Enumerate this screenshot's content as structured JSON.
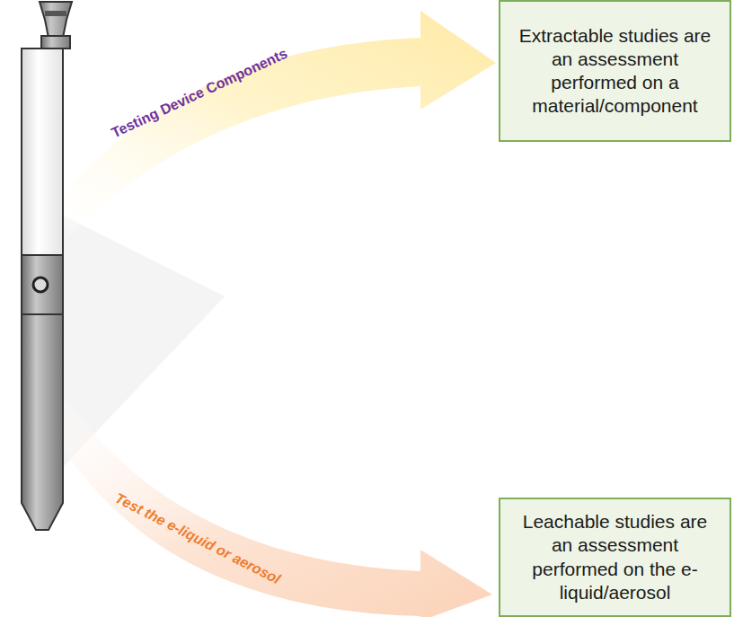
{
  "diagram": {
    "nodes": [
      {
        "text": [
          "Extractable studies are an assessment performed on a material/component"
        ]
      },
      {
        "text": [
          "Leachable studies are an assessment performed on the e-liquid/aerosol"
        ]
      }
    ],
    "labels": [
      "Testing Device Components",
      "Test the e-liquid or aerosol"
    ]
  }
}
